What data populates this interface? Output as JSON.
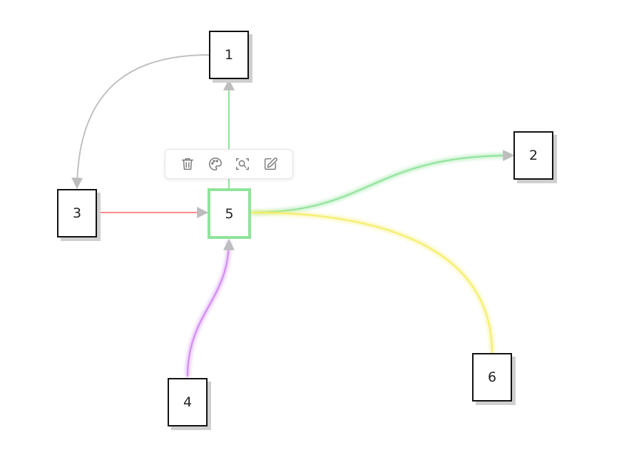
{
  "nodes": [
    {
      "id": "n1",
      "label": "1"
    },
    {
      "id": "n2",
      "label": "2"
    },
    {
      "id": "n3",
      "label": "3"
    },
    {
      "id": "n4",
      "label": "4"
    },
    {
      "id": "n5",
      "label": "5",
      "selected": true
    },
    {
      "id": "n6",
      "label": "6"
    }
  ],
  "edges": [
    {
      "from": "1",
      "to": "3",
      "color": "#c0c0c0"
    },
    {
      "from": "5",
      "to": "1",
      "color": "#8fe39a"
    },
    {
      "from": "5",
      "to": "2",
      "color": "#8fe39a"
    },
    {
      "from": "3",
      "to": "5",
      "color": "#ff8a8a"
    },
    {
      "from": "5",
      "to": "6",
      "color": "#f5ee6a"
    },
    {
      "from": "4",
      "to": "5",
      "color": "#d08af2"
    }
  ],
  "colors": {
    "selected_border": "#8fe39a",
    "arrowhead": "#bdbdbd",
    "node_border": "#111111",
    "node_shadow": "#cfcfcf"
  },
  "toolbar": {
    "items": [
      {
        "icon": "trash-icon"
      },
      {
        "icon": "palette-icon"
      },
      {
        "icon": "zoom-fit-icon"
      },
      {
        "icon": "edit-icon"
      }
    ]
  }
}
